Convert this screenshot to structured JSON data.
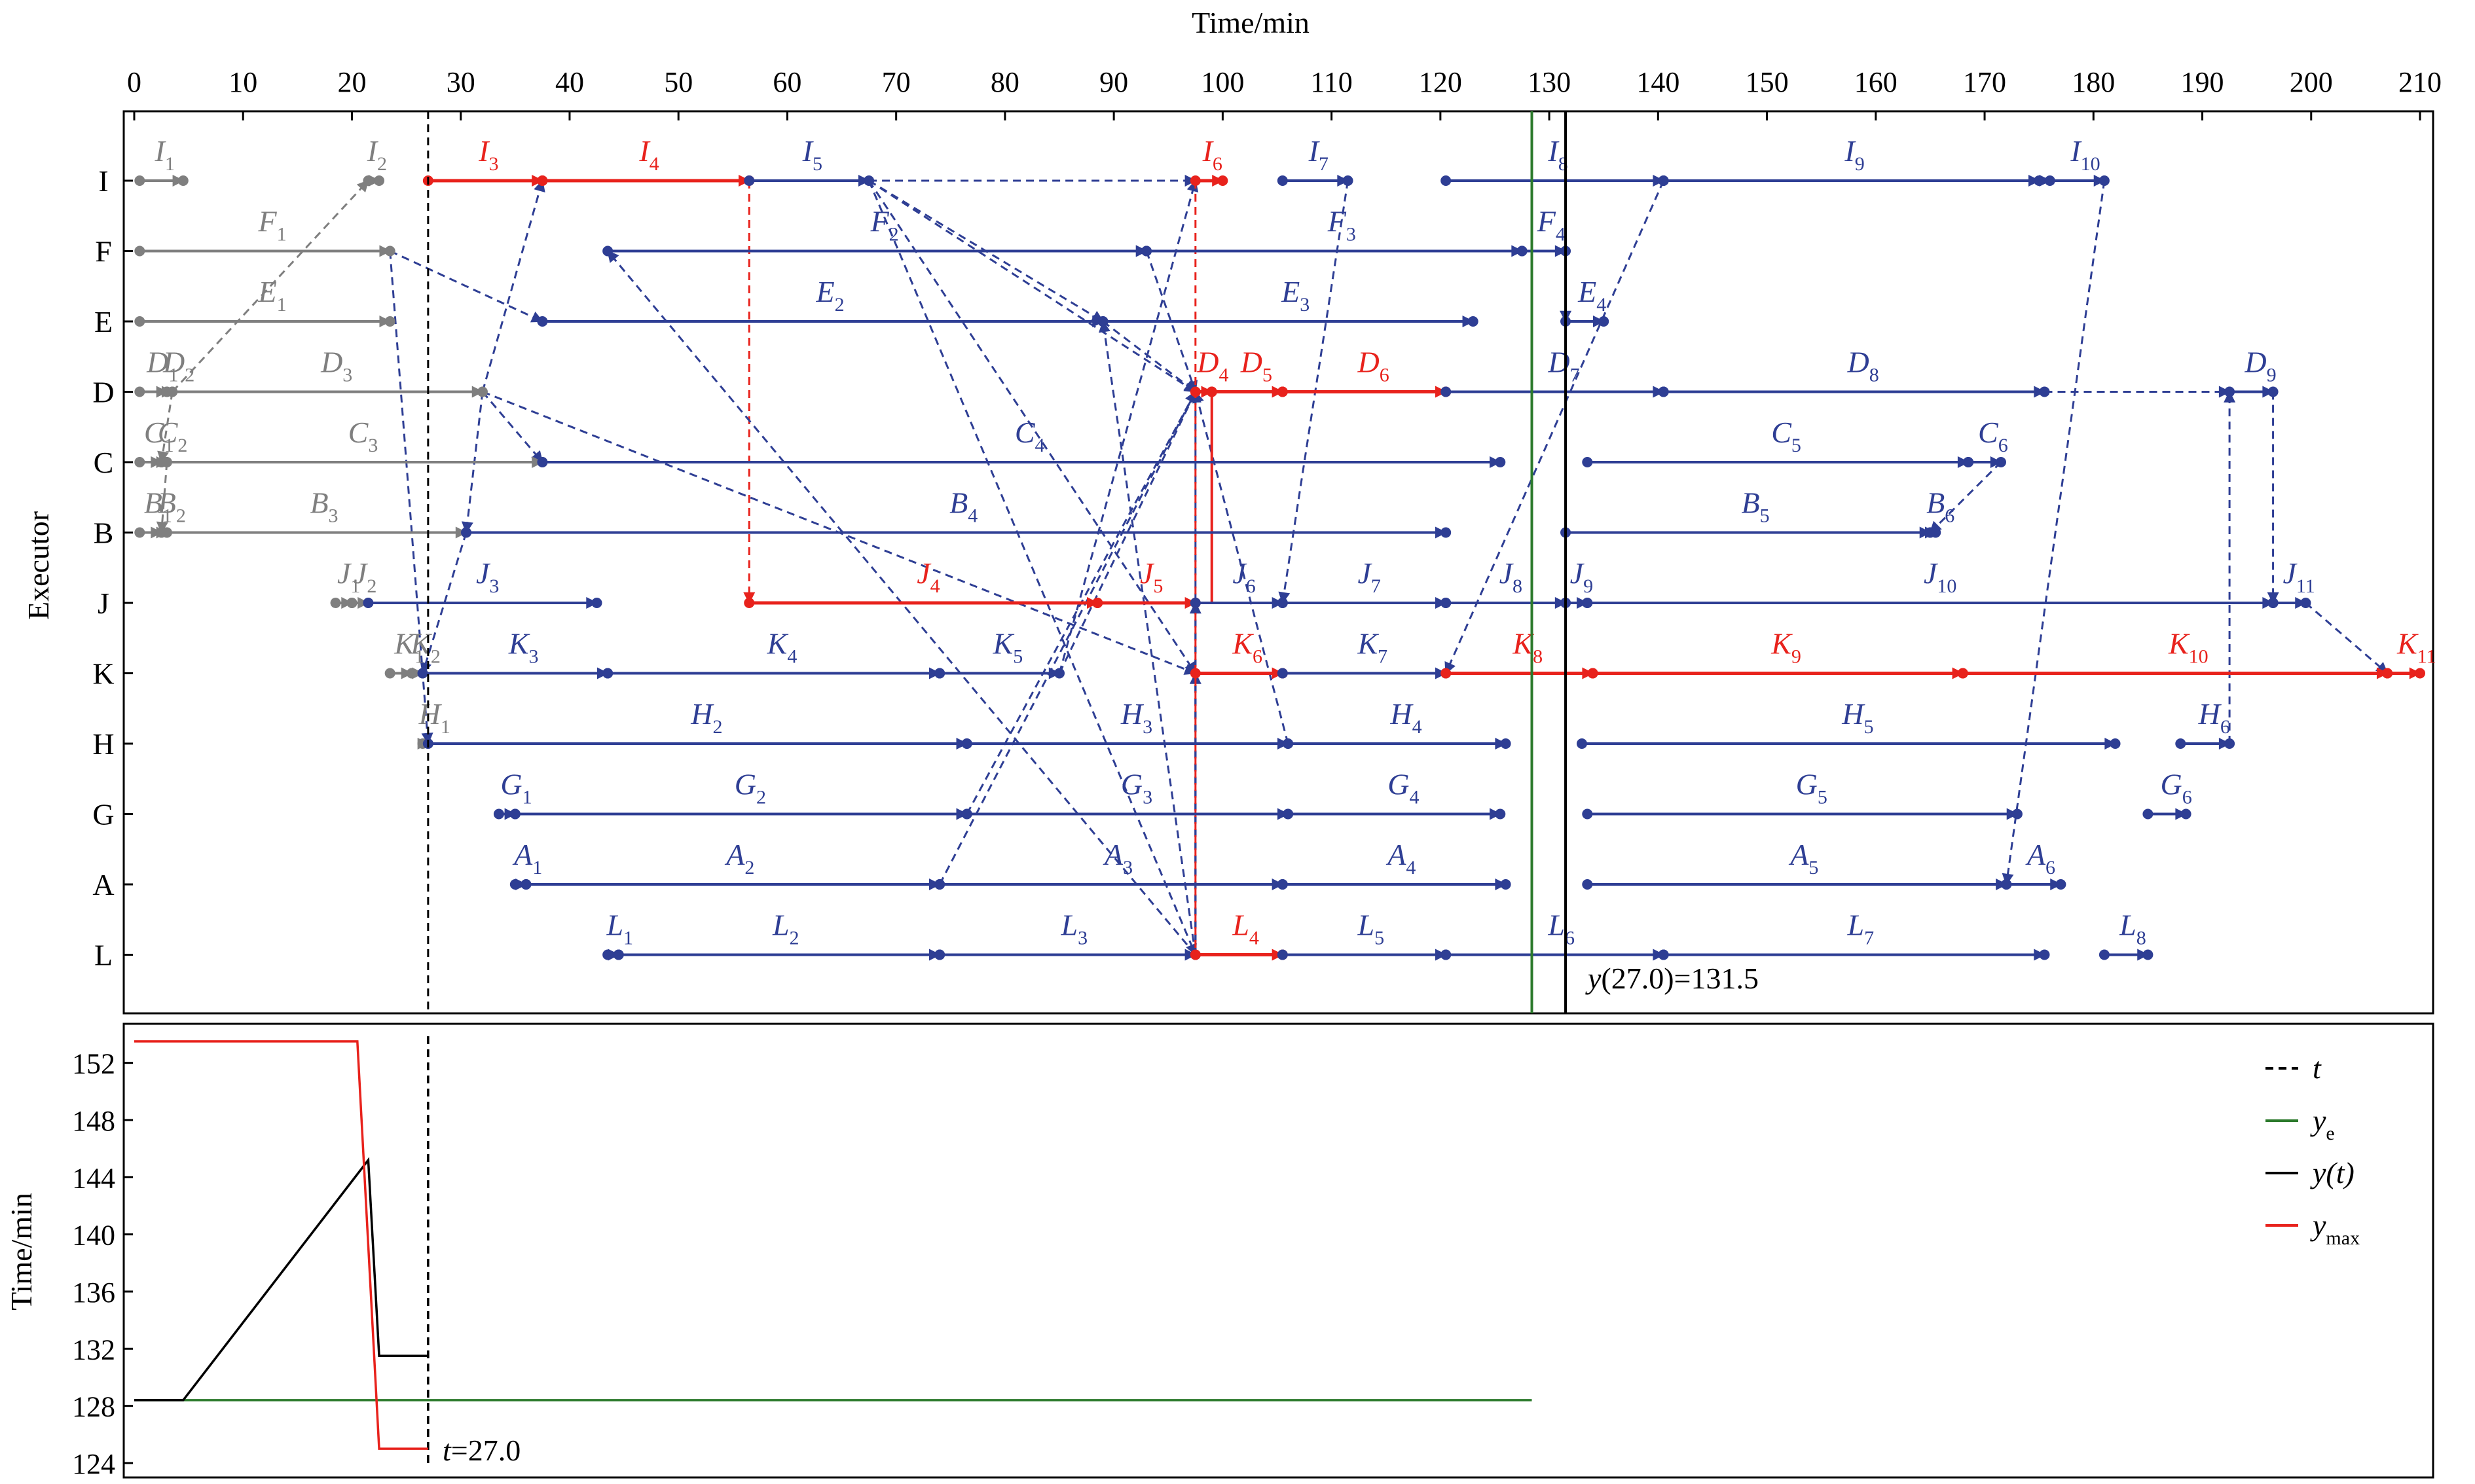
{
  "chart_data": [
    {
      "type": "scatter",
      "title": "",
      "xlabel": "Time/min",
      "ylabel": "Executor",
      "xlim": [
        0,
        210
      ],
      "xticks": [
        0,
        10,
        20,
        30,
        40,
        50,
        60,
        70,
        80,
        90,
        100,
        110,
        120,
        130,
        140,
        150,
        160,
        170,
        180,
        190,
        200,
        210
      ],
      "executors": [
        "I",
        "F",
        "E",
        "D",
        "C",
        "B",
        "J",
        "K",
        "H",
        "G",
        "A",
        "L"
      ],
      "markers": {
        "t": 27.0,
        "y_e": 128.4,
        "y_t": 131.5
      },
      "annotation": {
        "prefix": "y",
        "arg": "(27.0)=131.5"
      },
      "colors": {
        "done": "#7f7f7f",
        "planned": "#2e3e94",
        "critical": "#e8221c",
        "y_e": "#2c7a2c",
        "y_t": "#000000",
        "t": "#000000"
      },
      "tasks": [
        {
          "executor": "I",
          "letter": "I",
          "sub": "1",
          "start": 0.5,
          "end": 4.5,
          "state": "done"
        },
        {
          "executor": "I",
          "letter": "I",
          "sub": "2",
          "start": 21.5,
          "end": 22.5,
          "state": "done"
        },
        {
          "executor": "I",
          "letter": "I",
          "sub": "3",
          "start": 27.0,
          "end": 37.5,
          "state": "critical"
        },
        {
          "executor": "I",
          "letter": "I",
          "sub": "4",
          "start": 37.5,
          "end": 56.5,
          "state": "critical"
        },
        {
          "executor": "I",
          "letter": "I",
          "sub": "5",
          "start": 56.5,
          "end": 67.5,
          "state": "planned"
        },
        {
          "executor": "I",
          "letter": "I",
          "sub": "6",
          "start": 97.5,
          "end": 100.0,
          "state": "critical"
        },
        {
          "executor": "I",
          "letter": "I",
          "sub": "7",
          "start": 105.5,
          "end": 111.5,
          "state": "planned"
        },
        {
          "executor": "I",
          "letter": "I",
          "sub": "8",
          "start": 120.5,
          "end": 140.5,
          "state": "planned"
        },
        {
          "executor": "I",
          "letter": "I",
          "sub": "9",
          "start": 140.5,
          "end": 175.0,
          "state": "planned"
        },
        {
          "executor": "I",
          "letter": "I",
          "sub": "10",
          "start": 176.0,
          "end": 181.0,
          "state": "planned"
        },
        {
          "executor": "F",
          "letter": "F",
          "sub": "1",
          "start": 0.5,
          "end": 23.5,
          "state": "done"
        },
        {
          "executor": "F",
          "letter": "F",
          "sub": "2",
          "start": 43.5,
          "end": 93.0,
          "state": "planned"
        },
        {
          "executor": "F",
          "letter": "F",
          "sub": "3",
          "start": 93.0,
          "end": 127.5,
          "state": "planned"
        },
        {
          "executor": "F",
          "letter": "F",
          "sub": "4",
          "start": 127.5,
          "end": 131.5,
          "state": "planned"
        },
        {
          "executor": "E",
          "letter": "E",
          "sub": "1",
          "start": 0.5,
          "end": 23.5,
          "state": "done"
        },
        {
          "executor": "E",
          "letter": "E",
          "sub": "2",
          "start": 37.5,
          "end": 89.0,
          "state": "planned"
        },
        {
          "executor": "E",
          "letter": "E",
          "sub": "3",
          "start": 89.0,
          "end": 123.0,
          "state": "planned"
        },
        {
          "executor": "E",
          "letter": "E",
          "sub": "4",
          "start": 131.5,
          "end": 135.0,
          "state": "planned"
        },
        {
          "executor": "D",
          "letter": "D",
          "sub": "1",
          "start": 0.5,
          "end": 3.0,
          "state": "done"
        },
        {
          "executor": "D",
          "letter": "D",
          "sub": "2",
          "start": 3.0,
          "end": 3.5,
          "state": "done"
        },
        {
          "executor": "D",
          "letter": "D",
          "sub": "3",
          "start": 3.5,
          "end": 32.0,
          "state": "done"
        },
        {
          "executor": "D",
          "letter": "D",
          "sub": "4",
          "start": 97.5,
          "end": 99.0,
          "state": "critical"
        },
        {
          "executor": "D",
          "letter": "D",
          "sub": "5",
          "start": 99.0,
          "end": 105.5,
          "state": "critical"
        },
        {
          "executor": "D",
          "letter": "D",
          "sub": "6",
          "start": 105.5,
          "end": 120.5,
          "state": "critical"
        },
        {
          "executor": "D",
          "letter": "D",
          "sub": "7",
          "start": 120.5,
          "end": 140.5,
          "state": "planned"
        },
        {
          "executor": "D",
          "letter": "D",
          "sub": "8",
          "start": 140.5,
          "end": 175.5,
          "state": "planned"
        },
        {
          "executor": "D",
          "letter": "D",
          "sub": "9",
          "start": 192.5,
          "end": 196.5,
          "state": "planned"
        },
        {
          "executor": "C",
          "letter": "C",
          "sub": "1",
          "start": 0.5,
          "end": 2.5,
          "state": "done"
        },
        {
          "executor": "C",
          "letter": "C",
          "sub": "2",
          "start": 2.5,
          "end": 3.0,
          "state": "done"
        },
        {
          "executor": "C",
          "letter": "C",
          "sub": "3",
          "start": 3.0,
          "end": 37.5,
          "state": "done"
        },
        {
          "executor": "C",
          "letter": "C",
          "sub": "4",
          "start": 37.5,
          "end": 125.5,
          "state": "planned"
        },
        {
          "executor": "C",
          "letter": "C",
          "sub": "5",
          "start": 133.5,
          "end": 168.5,
          "state": "planned"
        },
        {
          "executor": "C",
          "letter": "C",
          "sub": "6",
          "start": 168.5,
          "end": 171.5,
          "state": "planned"
        },
        {
          "executor": "B",
          "letter": "B",
          "sub": "1",
          "start": 0.5,
          "end": 2.5,
          "state": "done"
        },
        {
          "executor": "B",
          "letter": "B",
          "sub": "2",
          "start": 2.5,
          "end": 3.0,
          "state": "done"
        },
        {
          "executor": "B",
          "letter": "B",
          "sub": "3",
          "start": 3.0,
          "end": 30.5,
          "state": "done"
        },
        {
          "executor": "B",
          "letter": "B",
          "sub": "4",
          "start": 30.5,
          "end": 120.5,
          "state": "planned"
        },
        {
          "executor": "B",
          "letter": "B",
          "sub": "5",
          "start": 131.5,
          "end": 165.0,
          "state": "planned"
        },
        {
          "executor": "B",
          "letter": "B",
          "sub": "6",
          "start": 165.0,
          "end": 165.5,
          "state": "planned"
        },
        {
          "executor": "J",
          "letter": "J",
          "sub": "1",
          "start": 18.5,
          "end": 20.0,
          "state": "done"
        },
        {
          "executor": "J",
          "letter": "J",
          "sub": "2",
          "start": 20.0,
          "end": 21.5,
          "state": "done"
        },
        {
          "executor": "J",
          "letter": "J",
          "sub": "3",
          "start": 21.5,
          "end": 42.5,
          "state": "planned"
        },
        {
          "executor": "J",
          "letter": "J",
          "sub": "4",
          "start": 56.5,
          "end": 88.5,
          "state": "critical"
        },
        {
          "executor": "J",
          "letter": "J",
          "sub": "5",
          "start": 88.5,
          "end": 97.5,
          "state": "critical"
        },
        {
          "executor": "J",
          "letter": "J",
          "sub": "6",
          "start": 97.5,
          "end": 105.5,
          "state": "planned"
        },
        {
          "executor": "J",
          "letter": "J",
          "sub": "7",
          "start": 105.5,
          "end": 120.5,
          "state": "planned"
        },
        {
          "executor": "J",
          "letter": "J",
          "sub": "8",
          "start": 120.5,
          "end": 131.5,
          "state": "planned"
        },
        {
          "executor": "J",
          "letter": "J",
          "sub": "9",
          "start": 131.5,
          "end": 133.5,
          "state": "planned"
        },
        {
          "executor": "J",
          "letter": "J",
          "sub": "10",
          "start": 133.5,
          "end": 196.5,
          "state": "planned"
        },
        {
          "executor": "J",
          "letter": "J",
          "sub": "11",
          "start": 196.5,
          "end": 199.5,
          "state": "planned"
        },
        {
          "executor": "K",
          "letter": "K",
          "sub": "1",
          "start": 23.5,
          "end": 25.5,
          "state": "done"
        },
        {
          "executor": "K",
          "letter": "K",
          "sub": "2",
          "start": 25.5,
          "end": 26.5,
          "state": "done"
        },
        {
          "executor": "K",
          "letter": "K",
          "sub": "3",
          "start": 26.5,
          "end": 43.5,
          "state": "planned"
        },
        {
          "executor": "K",
          "letter": "K",
          "sub": "4",
          "start": 43.5,
          "end": 74.0,
          "state": "planned"
        },
        {
          "executor": "K",
          "letter": "K",
          "sub": "5",
          "start": 74.0,
          "end": 85.0,
          "state": "planned"
        },
        {
          "executor": "K",
          "letter": "K",
          "sub": "6",
          "start": 97.5,
          "end": 105.5,
          "state": "critical"
        },
        {
          "executor": "K",
          "letter": "K",
          "sub": "7",
          "start": 105.5,
          "end": 120.5,
          "state": "planned"
        },
        {
          "executor": "K",
          "letter": "K",
          "sub": "8",
          "start": 120.5,
          "end": 134.0,
          "state": "critical"
        },
        {
          "executor": "K",
          "letter": "K",
          "sub": "9",
          "start": 134.0,
          "end": 168.0,
          "state": "critical"
        },
        {
          "executor": "K",
          "letter": "K",
          "sub": "10",
          "start": 168.0,
          "end": 207.0,
          "state": "critical"
        },
        {
          "executor": "K",
          "letter": "K",
          "sub": "11",
          "start": 207.0,
          "end": 210.0,
          "state": "critical"
        },
        {
          "executor": "H",
          "letter": "H",
          "sub": "1",
          "start": 26.5,
          "end": 27.0,
          "state": "done"
        },
        {
          "executor": "H",
          "letter": "H",
          "sub": "2",
          "start": 27.0,
          "end": 76.5,
          "state": "planned"
        },
        {
          "executor": "H",
          "letter": "H",
          "sub": "3",
          "start": 76.5,
          "end": 106.0,
          "state": "planned"
        },
        {
          "executor": "H",
          "letter": "H",
          "sub": "4",
          "start": 106.0,
          "end": 126.0,
          "state": "planned"
        },
        {
          "executor": "H",
          "letter": "H",
          "sub": "5",
          "start": 133.0,
          "end": 182.0,
          "state": "planned"
        },
        {
          "executor": "H",
          "letter": "H",
          "sub": "6",
          "start": 188.0,
          "end": 192.5,
          "state": "planned"
        },
        {
          "executor": "G",
          "letter": "G",
          "sub": "1",
          "start": 33.5,
          "end": 35.0,
          "state": "planned"
        },
        {
          "executor": "G",
          "letter": "G",
          "sub": "2",
          "start": 35.0,
          "end": 76.5,
          "state": "planned"
        },
        {
          "executor": "G",
          "letter": "G",
          "sub": "3",
          "start": 76.5,
          "end": 106.0,
          "state": "planned"
        },
        {
          "executor": "G",
          "letter": "G",
          "sub": "4",
          "start": 106.0,
          "end": 125.5,
          "state": "planned"
        },
        {
          "executor": "G",
          "letter": "G",
          "sub": "5",
          "start": 133.5,
          "end": 173.0,
          "state": "planned"
        },
        {
          "executor": "G",
          "letter": "G",
          "sub": "6",
          "start": 185.0,
          "end": 188.5,
          "state": "planned"
        },
        {
          "executor": "A",
          "letter": "A",
          "sub": "1",
          "start": 35.0,
          "end": 36.0,
          "state": "planned"
        },
        {
          "executor": "A",
          "letter": "A",
          "sub": "2",
          "start": 36.0,
          "end": 74.0,
          "state": "planned"
        },
        {
          "executor": "A",
          "letter": "A",
          "sub": "3",
          "start": 74.0,
          "end": 105.5,
          "state": "planned"
        },
        {
          "executor": "A",
          "letter": "A",
          "sub": "4",
          "start": 105.5,
          "end": 126.0,
          "state": "planned"
        },
        {
          "executor": "A",
          "letter": "A",
          "sub": "5",
          "start": 133.5,
          "end": 172.0,
          "state": "planned"
        },
        {
          "executor": "A",
          "letter": "A",
          "sub": "6",
          "start": 172.0,
          "end": 177.0,
          "state": "planned"
        },
        {
          "executor": "L",
          "letter": "L",
          "sub": "1",
          "start": 43.5,
          "end": 44.5,
          "state": "planned"
        },
        {
          "executor": "L",
          "letter": "L",
          "sub": "2",
          "start": 44.5,
          "end": 74.0,
          "state": "planned"
        },
        {
          "executor": "L",
          "letter": "L",
          "sub": "3",
          "start": 74.0,
          "end": 97.5,
          "state": "planned"
        },
        {
          "executor": "L",
          "letter": "L",
          "sub": "4",
          "start": 97.5,
          "end": 105.5,
          "state": "critical"
        },
        {
          "executor": "L",
          "letter": "L",
          "sub": "5",
          "start": 105.5,
          "end": 120.5,
          "state": "planned"
        },
        {
          "executor": "L",
          "letter": "L",
          "sub": "6",
          "start": 120.5,
          "end": 140.5,
          "state": "planned"
        },
        {
          "executor": "L",
          "letter": "L",
          "sub": "7",
          "start": 140.5,
          "end": 175.5,
          "state": "planned"
        },
        {
          "executor": "L",
          "letter": "L",
          "sub": "8",
          "start": 181.0,
          "end": 185.0,
          "state": "planned"
        }
      ]
    },
    {
      "type": "line",
      "title": "",
      "xlabel": "",
      "ylabel": "Time/min",
      "xlim": [
        0,
        210
      ],
      "ylim": [
        124,
        154
      ],
      "yticks": [
        124,
        128,
        132,
        136,
        140,
        144,
        148,
        152
      ],
      "annotation": {
        "prefix": "t",
        "value": "=27.0"
      },
      "series": [
        {
          "name": "t",
          "style": "dashed",
          "color": "#000000",
          "x": [
            27.0,
            27.0
          ],
          "y": [
            124,
            154
          ]
        },
        {
          "name": "y",
          "sub": "e",
          "style": "solid",
          "color": "#2c7a2c",
          "x": [
            0,
            128.4
          ],
          "y": [
            128.4,
            128.4
          ]
        },
        {
          "name": "y(t)",
          "style": "solid",
          "color": "#000000",
          "x": [
            0,
            4.5,
            21.5,
            22.5,
            27.0
          ],
          "y": [
            128.4,
            128.4,
            145.2,
            131.5,
            131.5
          ]
        },
        {
          "name": "y",
          "sub": "max",
          "style": "solid",
          "color": "#e8221c",
          "x": [
            0,
            20.5,
            22.5,
            27.0
          ],
          "y": [
            153.5,
            153.5,
            125.0,
            125.0
          ]
        }
      ]
    }
  ]
}
